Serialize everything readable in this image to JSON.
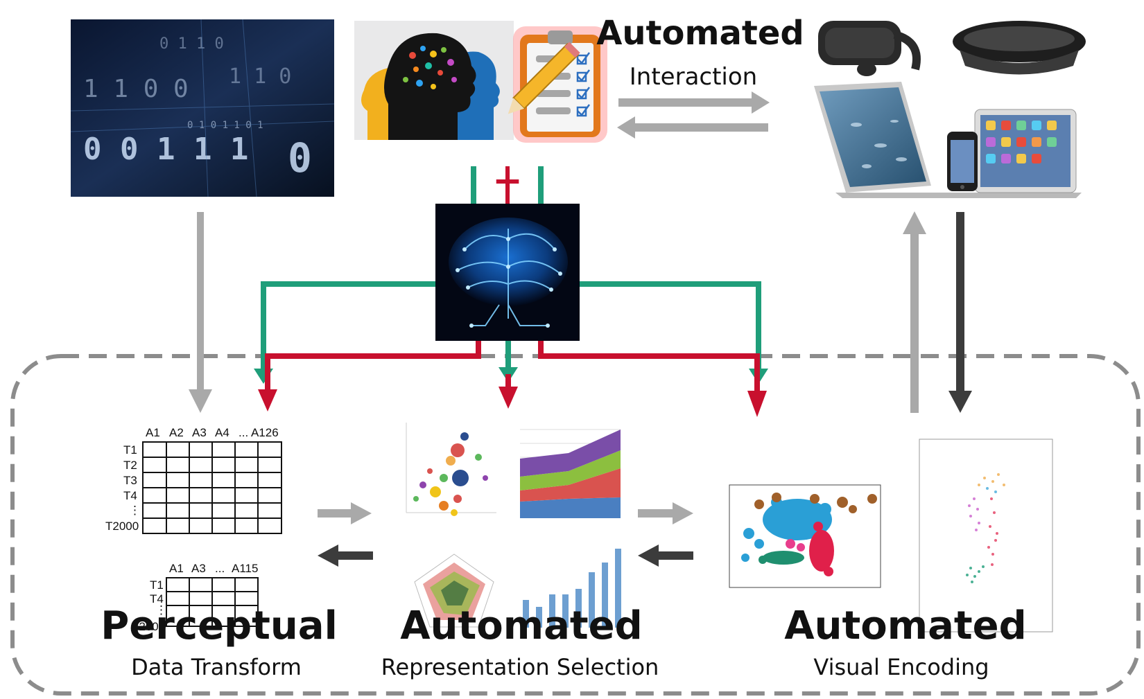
{
  "headings": {
    "top": "Automated",
    "top_sub": "Interaction",
    "left": "Perceptual",
    "left_sub": "Data Transform",
    "middle": "Automated",
    "middle_sub": "Representation Selection",
    "right": "Automated",
    "right_sub": "Visual Encoding"
  },
  "table_big": {
    "columns": [
      "A1",
      "A2",
      "A3",
      "A4",
      "... A126"
    ],
    "rows": [
      "T1",
      "T2",
      "T3",
      "T4",
      "⋮",
      "T2000"
    ]
  },
  "table_small": {
    "columns": [
      "A1",
      "A3",
      "...",
      "A115"
    ],
    "rows": [
      "T1",
      "T4",
      "⋮",
      "T2000"
    ]
  },
  "binary_text": [
    "0 0 1 1 1",
    "1 1 0 0",
    "0 1 1 0",
    "1 1 0",
    "0 1 0 1 1 0 1",
    "0"
  ],
  "ai_symbol": "+",
  "colors": {
    "green_arrow": "#1f9e7a",
    "red_arrow": "#c8102e",
    "light_gray_arrow": "#a9a9a9",
    "dark_gray_arrow": "#444444",
    "dashed_border": "#8c8c8c"
  },
  "icons": [
    "data-stream-image",
    "human-heads-icon",
    "clipboard-checklist-icon",
    "vr-headset-icon",
    "ar-headset-icon",
    "laptop-icon",
    "phone-icon",
    "tablet-icon",
    "circuit-brain-icon"
  ]
}
